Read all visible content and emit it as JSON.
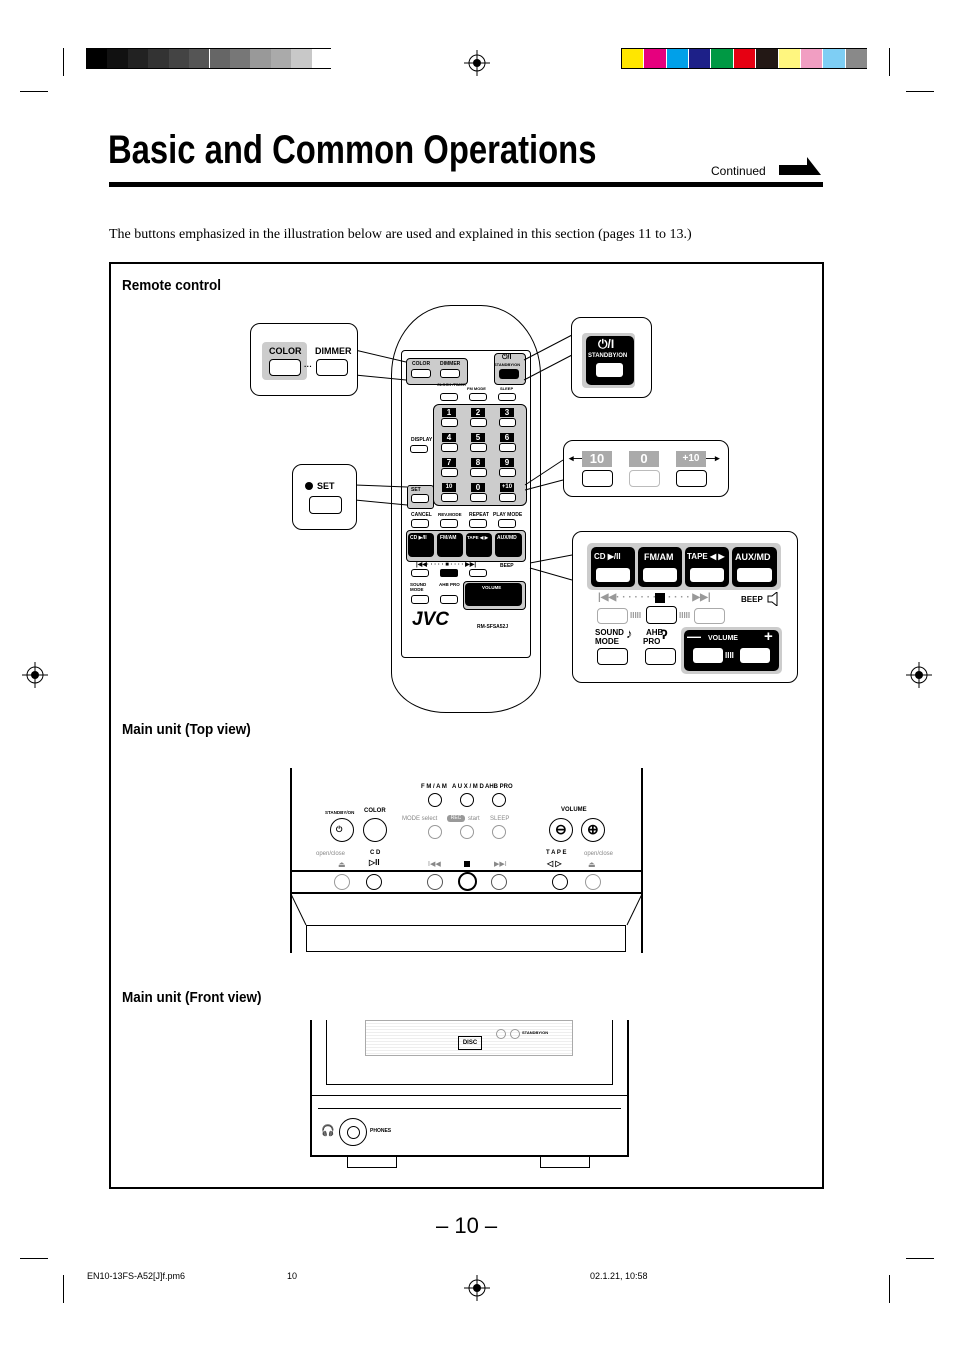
{
  "page": {
    "title": "Basic and Common Operations",
    "continued": "Continued",
    "intro": "The buttons emphasized in the illustration below are used and explained in this section (pages 11 to 13.)",
    "page_number": "– 10 –"
  },
  "sections": {
    "remote": "Remote control",
    "top_view": "Main unit (Top view)",
    "front_view": "Main unit (Front view)"
  },
  "calibration": {
    "grays": [
      "#000000",
      "#111111",
      "#222222",
      "#333333",
      "#444444",
      "#555555",
      "#666666",
      "#777777",
      "#999999",
      "#aaaaaa",
      "#c8c8c8",
      "#ffffff"
    ],
    "colors": [
      "#ffe600",
      "#e6007e",
      "#00a0e9",
      "#1d2088",
      "#009944",
      "#e60012",
      "#231815",
      "#fff67f",
      "#f19ec2",
      "#7ecef4",
      "#898989"
    ]
  },
  "remote": {
    "color": "COLOR",
    "dimmer": "DIMMER",
    "standby_on": "STANDBY/ON",
    "power_symbol": "⏻/I",
    "clock_timer": "CLOCK\n/TIMER",
    "fm_mode": "FM MODE",
    "sleep": "SLEEP",
    "display": "DISPLAY",
    "set": "SET",
    "keys": [
      "1",
      "2",
      "3",
      "4",
      "5",
      "6",
      "7",
      "8",
      "9",
      "10",
      "0",
      "+10"
    ],
    "cancel": "CANCEL",
    "rev_mode": "REV.MODE",
    "repeat": "REPEAT",
    "play_mode": "PLAY MODE",
    "cd": "CD ▶/II",
    "fm_am": "FM/AM",
    "tape": "TAPE ◀ ▶",
    "aux_md": "AUX/MD",
    "beep": "BEEP",
    "sound_mode": "SOUND MODE",
    "ahb_pro": "AHB PRO",
    "volume": "VOLUME",
    "brand": "JVC",
    "model": "RM-SFSA52J"
  },
  "callouts": {
    "color": "COLOR",
    "dimmer": "DIMMER",
    "standby_on": "STANDBY/ON",
    "set": "SET",
    "ten": "10",
    "zero": "0",
    "plus_ten": "+10",
    "cd": "CD ▶/II",
    "fm_am": "FM/AM",
    "tape": "TAPE ◀ ▶",
    "aux_md": "AUX/MD",
    "beep": "BEEP",
    "sound": "SOUND",
    "mode": "MODE",
    "ahb": "AHB",
    "pro": "PRO",
    "volume": "VOLUME"
  },
  "top_view": {
    "standby_on": "STANDBY/ON",
    "color": "COLOR",
    "fm_am": "F M / A M",
    "aux_md": "A U X / M D",
    "ahb_pro": "AHB PRO",
    "mode_select": "MODE select",
    "rec": "REC",
    "start": "start",
    "sleep": "SLEEP",
    "volume": "VOLUME",
    "open_close_left": "open/close",
    "cd": "C D",
    "tape": "T A P E",
    "open_close_right": "open/close"
  },
  "front_view": {
    "standby_on": "STANDBY/ON",
    "phones": "PHONES",
    "disc": "DISC"
  },
  "footer": {
    "file": "EN10-13FS-A52[J]f.pm6",
    "page": "10",
    "date": "02.1.21, 10:58"
  }
}
